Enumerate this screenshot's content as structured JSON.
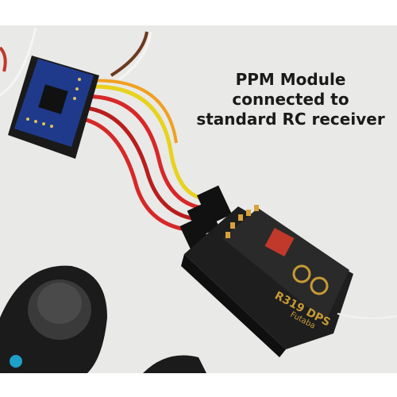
{
  "caption": {
    "lines": [
      "PPM Module",
      "connected to",
      "standard RC receiver"
    ]
  },
  "receiver": {
    "brand_text": "Futaba",
    "model_text": "R319 DPS"
  },
  "colors": {
    "background": "#ffffff",
    "table": "#e9e9e7",
    "board": "#1f3a8a",
    "receiver_case": "#1e1e1e",
    "wire_red": "#d62828",
    "wire_yellow": "#e8d21e",
    "wire_brown": "#5a2a12",
    "joystick": "#2a2a2a"
  }
}
